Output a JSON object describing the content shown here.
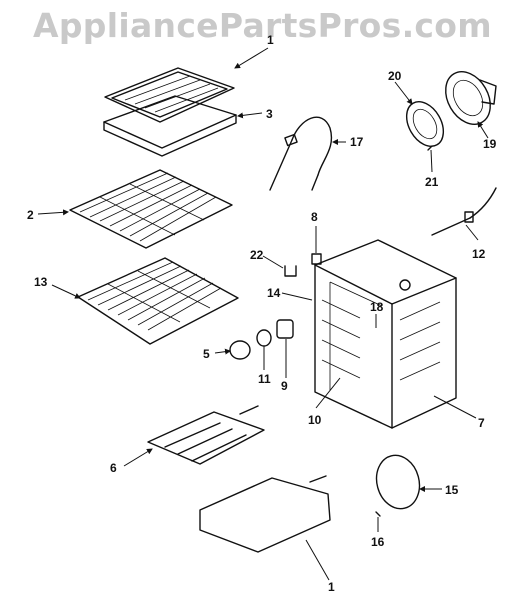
{
  "watermark": "AppliancePartsPros.com",
  "callouts": [
    {
      "id": "1a",
      "text": "1"
    },
    {
      "id": "1b",
      "text": "1"
    },
    {
      "id": "2",
      "text": "2"
    },
    {
      "id": "3",
      "text": "3"
    },
    {
      "id": "5",
      "text": "5"
    },
    {
      "id": "6",
      "text": "6"
    },
    {
      "id": "7",
      "text": "7"
    },
    {
      "id": "8",
      "text": "8"
    },
    {
      "id": "9",
      "text": "9"
    },
    {
      "id": "10",
      "text": "10"
    },
    {
      "id": "11",
      "text": "11"
    },
    {
      "id": "12",
      "text": "12"
    },
    {
      "id": "13",
      "text": "13"
    },
    {
      "id": "14",
      "text": "14"
    },
    {
      "id": "15",
      "text": "15"
    },
    {
      "id": "16",
      "text": "16"
    },
    {
      "id": "17",
      "text": "17"
    },
    {
      "id": "18",
      "text": "18"
    },
    {
      "id": "19",
      "text": "19"
    },
    {
      "id": "20",
      "text": "20"
    },
    {
      "id": "21",
      "text": "21"
    },
    {
      "id": "22",
      "text": "22"
    }
  ]
}
